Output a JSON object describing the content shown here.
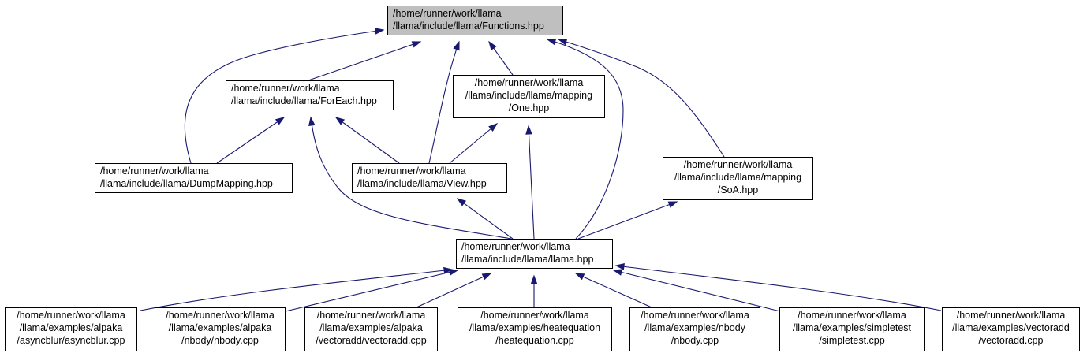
{
  "colors": {
    "edge": "#191970",
    "highlight_fill": "#bfbfbf",
    "node_border": "#000000",
    "node_fill": "#ffffff"
  },
  "nodes": {
    "functions": {
      "lines": [
        "/home/runner/work/llama",
        "/llama/include/llama/Functions.hpp"
      ]
    },
    "foreach": {
      "lines": [
        "/home/runner/work/llama",
        "/llama/include/llama/ForEach.hpp"
      ]
    },
    "one": {
      "lines": [
        "/home/runner/work/llama",
        "/llama/include/llama/mapping",
        "/One.hpp"
      ]
    },
    "dumpmapping": {
      "lines": [
        "/home/runner/work/llama",
        "/llama/include/llama/DumpMapping.hpp"
      ]
    },
    "view": {
      "lines": [
        "/home/runner/work/llama",
        "/llama/include/llama/View.hpp"
      ]
    },
    "soa": {
      "lines": [
        "/home/runner/work/llama",
        "/llama/include/llama/mapping",
        "/SoA.hpp"
      ]
    },
    "llama": {
      "lines": [
        "/home/runner/work/llama",
        "/llama/include/llama/llama.hpp"
      ]
    },
    "asyncblur": {
      "lines": [
        "/home/runner/work/llama",
        "/llama/examples/alpaka",
        "/asyncblur/asyncblur.cpp"
      ]
    },
    "alpaka_nbody": {
      "lines": [
        "/home/runner/work/llama",
        "/llama/examples/alpaka",
        "/nbody/nbody.cpp"
      ]
    },
    "alpaka_vectoradd": {
      "lines": [
        "/home/runner/work/llama",
        "/llama/examples/alpaka",
        "/vectoradd/vectoradd.cpp"
      ]
    },
    "heatequation": {
      "lines": [
        "/home/runner/work/llama",
        "/llama/examples/heatequation",
        "/heatequation.cpp"
      ]
    },
    "nbody": {
      "lines": [
        "/home/runner/work/llama",
        "/llama/examples/nbody",
        "/nbody.cpp"
      ]
    },
    "simpletest": {
      "lines": [
        "/home/runner/work/llama",
        "/llama/examples/simpletest",
        "/simpletest.cpp"
      ]
    },
    "vectoradd": {
      "lines": [
        "/home/runner/work/llama",
        "/llama/examples/vectoradd",
        "/vectoradd.cpp"
      ]
    }
  },
  "edges": [
    {
      "from": "foreach",
      "to": "functions"
    },
    {
      "from": "one",
      "to": "functions"
    },
    {
      "from": "dumpmapping",
      "to": "functions"
    },
    {
      "from": "view",
      "to": "functions"
    },
    {
      "from": "llama",
      "to": "functions"
    },
    {
      "from": "soa",
      "to": "functions"
    },
    {
      "from": "dumpmapping",
      "to": "foreach"
    },
    {
      "from": "view",
      "to": "foreach"
    },
    {
      "from": "llama",
      "to": "foreach"
    },
    {
      "from": "view",
      "to": "one"
    },
    {
      "from": "llama",
      "to": "one"
    },
    {
      "from": "llama",
      "to": "view"
    },
    {
      "from": "llama",
      "to": "soa"
    },
    {
      "from": "asyncblur",
      "to": "llama"
    },
    {
      "from": "alpaka_nbody",
      "to": "llama"
    },
    {
      "from": "alpaka_vectoradd",
      "to": "llama"
    },
    {
      "from": "heatequation",
      "to": "llama"
    },
    {
      "from": "nbody",
      "to": "llama"
    },
    {
      "from": "simpletest",
      "to": "llama"
    },
    {
      "from": "vectoradd",
      "to": "llama"
    }
  ]
}
